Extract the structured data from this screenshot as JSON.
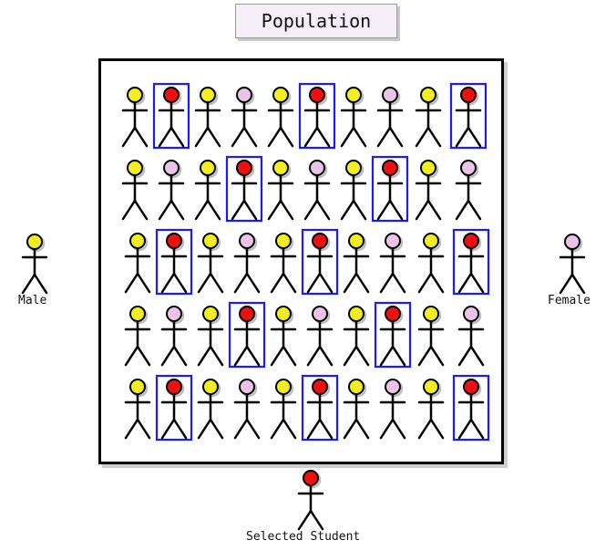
{
  "title": "Population",
  "legend": {
    "male_label": "Male",
    "female_label": "Female",
    "selected_label": "Selected Student"
  },
  "colors": {
    "male": "#f2ee22",
    "female": "#ebc3e6",
    "selected": "#ee0f0f",
    "selection_box": "#1a1aff"
  },
  "population": {
    "rows": [
      [
        "male",
        "selected",
        "male",
        "female",
        "male",
        "selected",
        "male",
        "female",
        "male",
        "selected"
      ],
      [
        "male",
        "female",
        "male",
        "selected",
        "male",
        "female",
        "male",
        "selected",
        "male",
        "female"
      ],
      [
        "male",
        "selected",
        "male",
        "female",
        "male",
        "selected",
        "male",
        "female",
        "male",
        "selected"
      ],
      [
        "male",
        "female",
        "male",
        "selected",
        "male",
        "female",
        "male",
        "selected",
        "male",
        "female"
      ],
      [
        "male",
        "selected",
        "male",
        "female",
        "male",
        "selected",
        "male",
        "female",
        "male",
        "selected"
      ]
    ]
  }
}
